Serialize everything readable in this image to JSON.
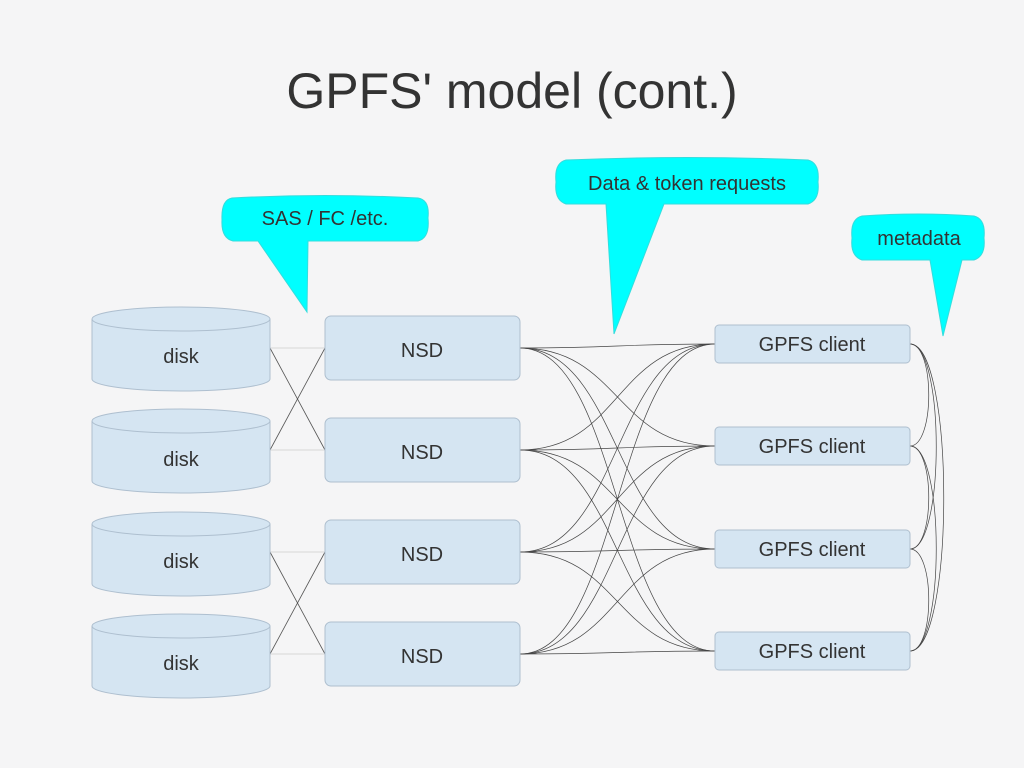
{
  "title": "GPFS' model (cont.)",
  "callouts": {
    "sas": "SAS / FC /etc.",
    "data_token": "Data & token requests",
    "metadata": "metadata"
  },
  "disks": [
    "disk",
    "disk",
    "disk",
    "disk"
  ],
  "nsds": [
    "NSD",
    "NSD",
    "NSD",
    "NSD"
  ],
  "clients": [
    "GPFS client",
    "GPFS client",
    "GPFS client",
    "GPFS client"
  ],
  "colors": {
    "node_fill": "#d5e5f2",
    "node_stroke": "#aebfcf",
    "callout_fill": "#00ffff",
    "line": "#444444",
    "text": "#333333"
  }
}
